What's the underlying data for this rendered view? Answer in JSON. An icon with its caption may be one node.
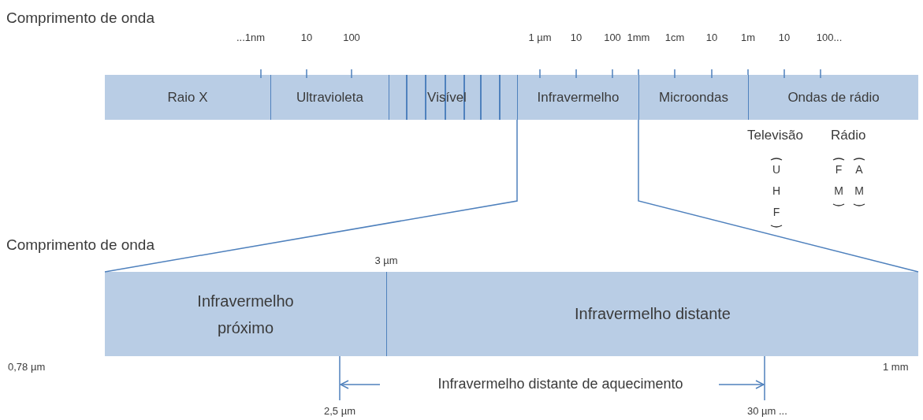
{
  "diagram": {
    "nodes": [
      {
        "text": [
          "Raio X"
        ]
      },
      {
        "text": [
          "Ultravioleta"
        ]
      },
      {
        "text": [
          "Visível"
        ]
      },
      {
        "text": [
          "Infravermelho"
        ]
      },
      {
        "text": [
          "Microondas"
        ]
      },
      {
        "text": [
          "Ondas de rádio"
        ]
      },
      {
        "text": [
          "Infravermelho próximo"
        ]
      },
      {
        "text": [
          "Infravermelho distante"
        ]
      }
    ],
    "edges": [
      {
        "from": 3,
        "to": 6,
        "arrow": "none"
      },
      {
        "from": 3,
        "to": 7,
        "arrow": "none"
      }
    ],
    "labels": [
      "Comprimento de onda",
      "...1nm",
      "10",
      "100",
      "1 µm",
      "10",
      "100",
      "1mm",
      "1cm",
      "10",
      "1m",
      "10",
      "100...",
      "Televisão",
      "Rádio",
      "UHF",
      "FM",
      "AM",
      "Comprimento de onda",
      "3 µm",
      "0,78 µm",
      "1 mm",
      "Infravermelho distante de aquecimento",
      "2,5 µm",
      "30 µm ..."
    ]
  }
}
